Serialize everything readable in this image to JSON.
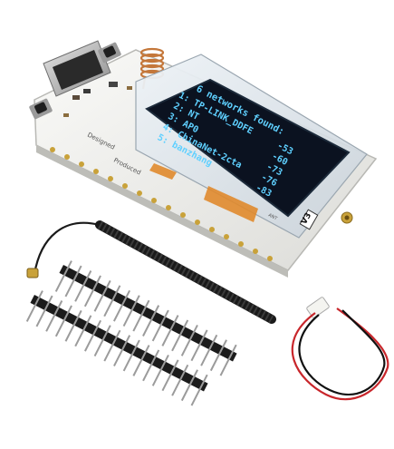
{
  "product": {
    "board_label": "V3",
    "photo_kind": "product photo of a development board with OLED display and accessories"
  },
  "oled": {
    "header": "6 networks found:",
    "networks": [
      {
        "index": "1",
        "ssid": "TP-LINK_DDFE",
        "rssi": "-53"
      },
      {
        "index": "2",
        "ssid": "NT",
        "rssi": "-60"
      },
      {
        "index": "3",
        "ssid": "AP0",
        "rssi": "-73"
      },
      {
        "index": "4",
        "ssid": "ChinaNet-2cta",
        "rssi": "-76"
      },
      {
        "index": "5",
        "ssid": "banzhang",
        "rssi": "-83"
      }
    ]
  },
  "pcb_text": {
    "silk_top": "Designed",
    "silk_bottom": "Produced",
    "antenna_mark": "ANT"
  },
  "colors": {
    "pcb": "#f2f2f0",
    "oled_bg": "#0b1220",
    "oled_text": "#5fd0ff",
    "header_pin": "#1b1b1b",
    "gold": "#c9a23a",
    "wire_red": "#c8262b",
    "wire_black": "#111111",
    "copper": "#c4773a"
  }
}
